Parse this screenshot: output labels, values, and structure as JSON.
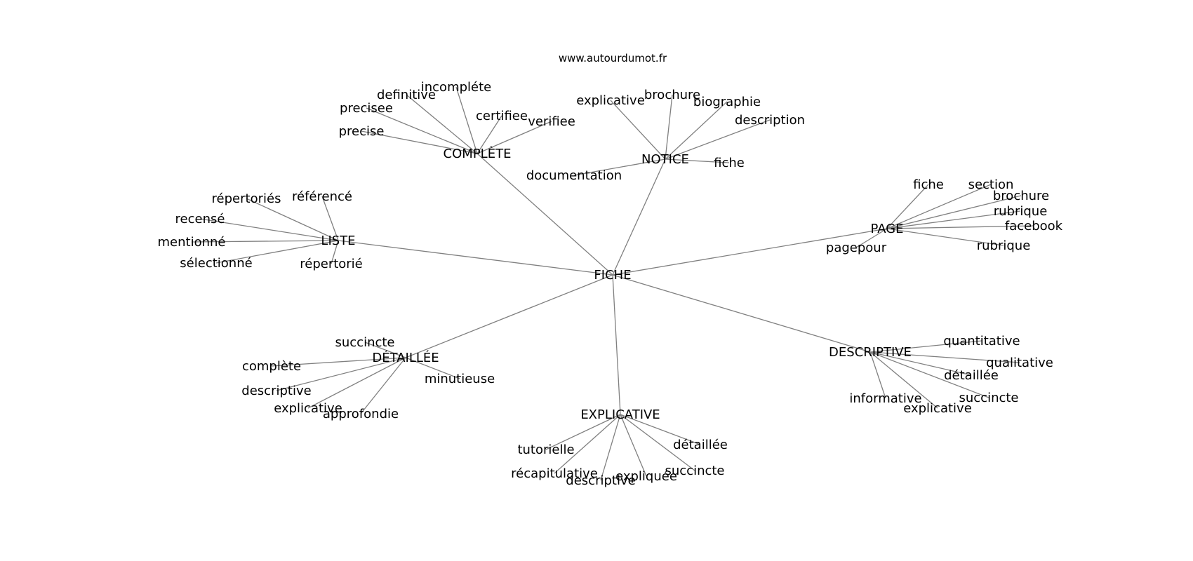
{
  "source": "www.autourdumot.fr",
  "colors": {
    "edge": "#808080",
    "text": "#000000",
    "background": "#ffffff"
  },
  "center": "FICHE",
  "clusters": [
    {
      "hub": "COMPLÈTE",
      "words": [
        "incompléte",
        "definitive",
        "precisee",
        "precise",
        "certifiee",
        "verifiee"
      ]
    },
    {
      "hub": "NOTICE",
      "words": [
        "explicative",
        "brochure",
        "biographie",
        "description",
        "fiche",
        "documentation"
      ]
    },
    {
      "hub": "LISTE",
      "words": [
        "répertoriés",
        "référencé",
        "recensé",
        "mentionné",
        "sélectionné",
        "répertorié"
      ]
    },
    {
      "hub": "PAGE",
      "words": [
        "fiche",
        "section",
        "brochure",
        "rubrique",
        "facebook",
        "rubrique",
        "pagepour"
      ]
    },
    {
      "hub": "DÉTAILLÉE",
      "words": [
        "succincte",
        "complète",
        "minutieuse",
        "descriptive",
        "explicative",
        "approfondie"
      ]
    },
    {
      "hub": "EXPLICATIVE",
      "words": [
        "tutorielle",
        "récapitulative",
        "descriptive",
        "expliquée",
        "détaillée",
        "succincte"
      ]
    },
    {
      "hub": "DESCRIPTIVE",
      "words": [
        "quantitative",
        "qualitative",
        "détaillée",
        "succincte",
        "informative",
        "explicative"
      ]
    }
  ]
}
